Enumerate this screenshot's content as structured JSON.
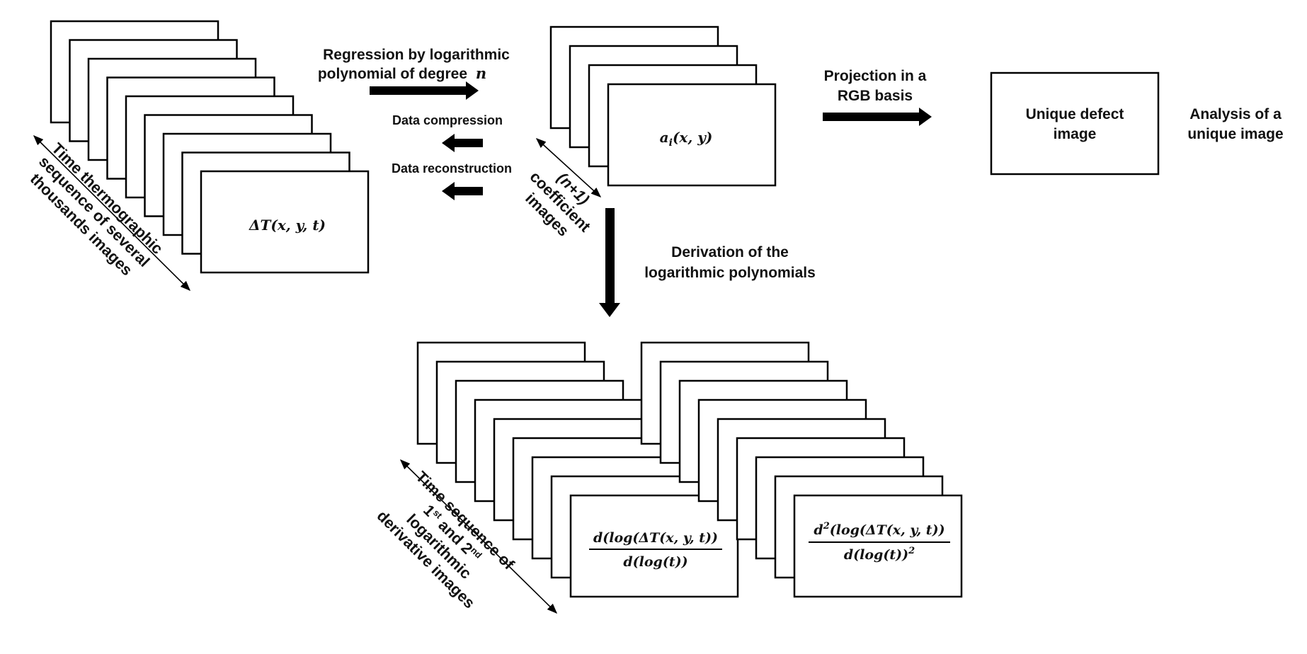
{
  "stack_1": {
    "formula": "ΔT(x, y, t)",
    "axis_label": [
      "Time thermographic",
      "sequence of several",
      "thousands images"
    ]
  },
  "regression": {
    "line1": "Regression by logarithmic",
    "line2_text": "polynomial of degree",
    "line2_var": "n"
  },
  "compression_label": "Data compression",
  "reconstruction_label": "Data reconstruction",
  "stack_2": {
    "formula_var": "a",
    "formula_sub": "i",
    "formula_args": "(x, y)",
    "axis_label": [
      "(n+1)",
      "coefficient",
      "images"
    ]
  },
  "projection": {
    "line1": "Projection in a",
    "line2": "RGB basis"
  },
  "defect_box": {
    "line1": "Unique defect",
    "line2": "image"
  },
  "analysis": {
    "line1": "Analysis of a",
    "line2": "unique image"
  },
  "derivation": {
    "line1": "Derivation of the",
    "line2": "logarithmic polynomials"
  },
  "stack_3": {
    "numerator": "d(log(ΔT(x, y, t))",
    "denominator": "d(log(t))"
  },
  "stack_4": {
    "numerator_d": "d",
    "numerator_sup": "2",
    "numerator_rest": "(log(ΔT(x, y, t))",
    "denominator_main": "d(log(t))",
    "denominator_sup": "2"
  },
  "stack_34_axis_label": {
    "line1": "Time sequence of",
    "line2_a": "1",
    "line2_a_sup": "st",
    "line2_b": " and 2",
    "line2_b_sup": "nd",
    "line3": "logarithmic",
    "line4": "derivative images"
  }
}
